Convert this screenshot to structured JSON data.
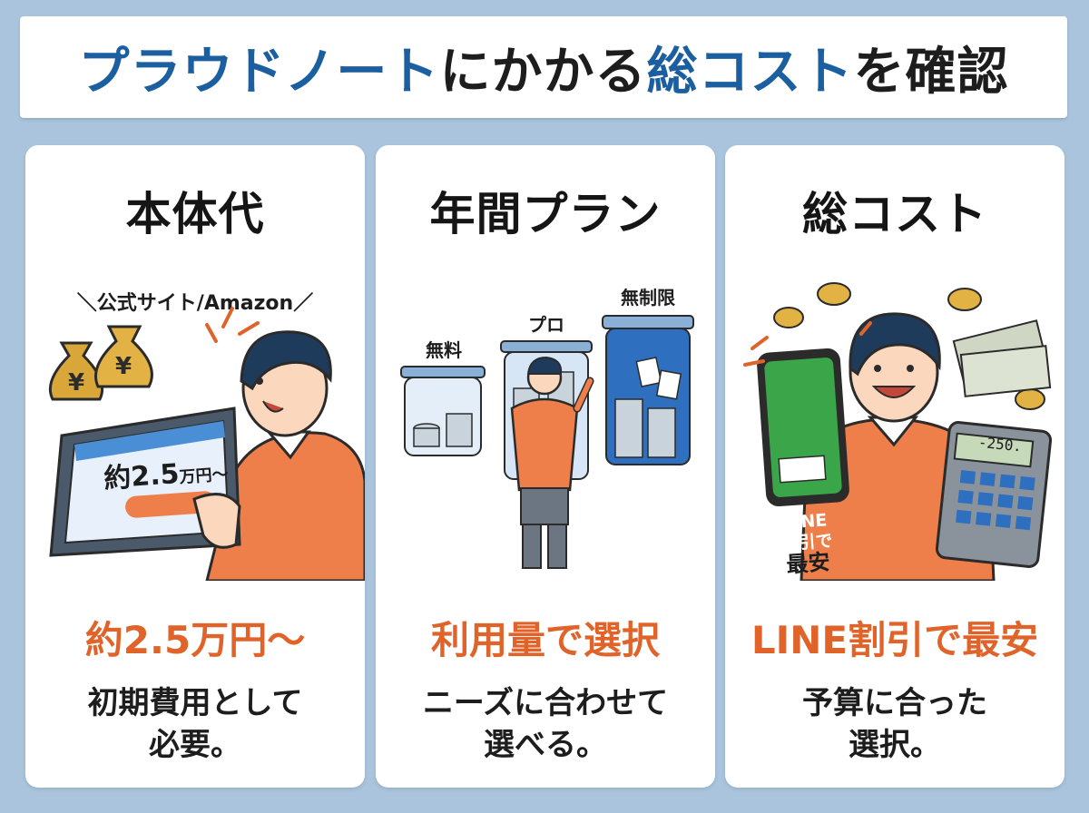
{
  "header": {
    "title_part1": "プラウドノート",
    "title_part2": "にかかる",
    "title_part3": "総コスト",
    "title_part4": "を確認"
  },
  "cards": [
    {
      "heading": "本体代",
      "callout": "＼公式サイト/Amazon／",
      "screen_price_main": "約2.5",
      "screen_price_unit": "万円〜",
      "highlight": "約2.5万円〜",
      "desc_line1": "初期費用として",
      "desc_line2": "必要。"
    },
    {
      "heading": "年間プラン",
      "jar_labels": [
        "無料",
        "プロ",
        "無制限"
      ],
      "highlight": "利用量で選択",
      "desc_line1": "ニーズに合わせて",
      "desc_line2": "選べる。"
    },
    {
      "heading": "総コスト",
      "phone_line1": "LINE",
      "phone_line2": "割引で",
      "phone_line3": "最安",
      "calc_display": "-250.",
      "highlight": "LINE割引で最安",
      "desc_line1": "予算に合った",
      "desc_line2": "選択。"
    }
  ],
  "colors": {
    "background": "#a9c4dc",
    "title_blue": "#1c5fa0",
    "accent_orange": "#e0642a",
    "shirt_orange": "#ee7f4a",
    "hair_navy": "#1f3b5c",
    "phone_green": "#3ba54a"
  }
}
